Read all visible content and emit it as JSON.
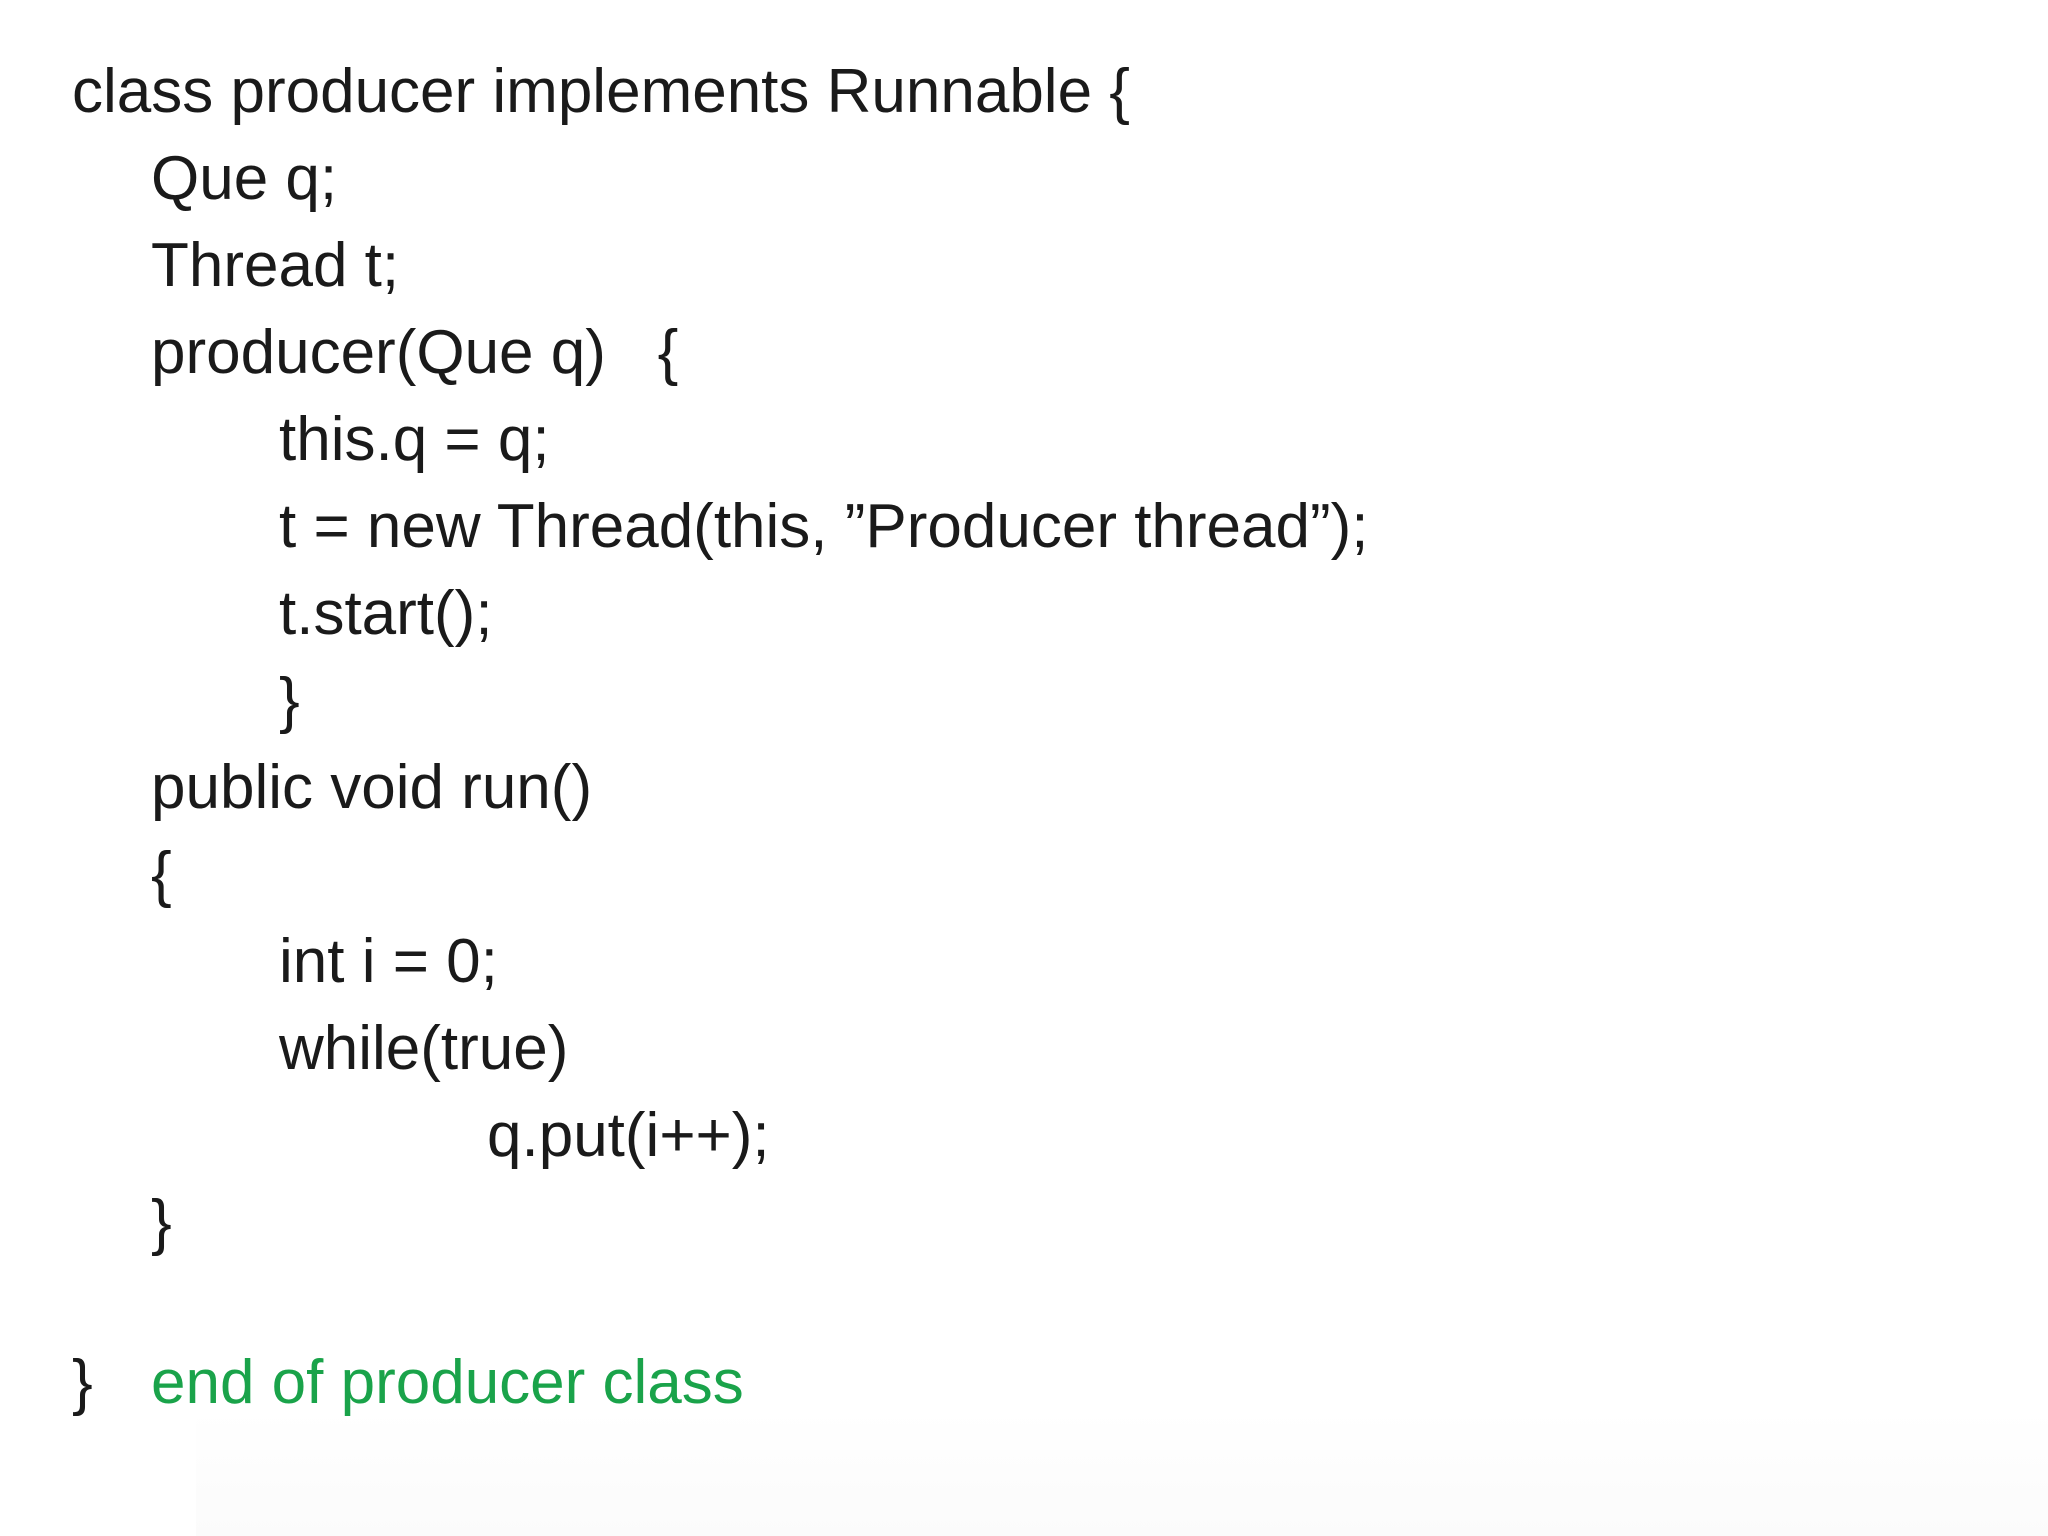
{
  "code": {
    "line_1": "class producer implements Runnable {",
    "line_2": "Que q;",
    "line_3": "Thread t;",
    "line_4": "producer(Que q)   {",
    "line_5": "this.q = q;",
    "line_6": "t = new Thread(this, ”Producer thread”);",
    "line_7": "t.start();",
    "line_8": "}",
    "line_9": "public void run()",
    "line_10": "{",
    "line_11": "int i = 0;",
    "line_12": "while(true)",
    "line_13": "q.put(i++);",
    "line_14": "}",
    "line_15_brace": "}",
    "line_15_comment": "end of producer class"
  },
  "colors": {
    "text": "#1a1a1a",
    "comment": "#1aa34a",
    "background": "#ffffff"
  }
}
